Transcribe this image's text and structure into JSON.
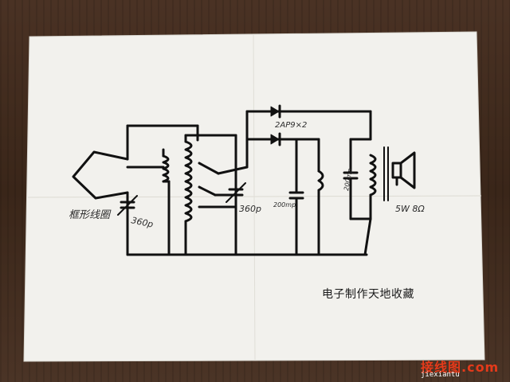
{
  "diagram": {
    "labels": {
      "frame_antenna": "框形线圈",
      "cap_tuning_1": "360p",
      "cap_tuning_2": "360p",
      "diodes": "2AP9×2",
      "cap_filter_1": "200mp",
      "cap_filter_2": "200mp",
      "speaker": "5W 8Ω"
    },
    "caption": "电子制作天地收藏"
  },
  "watermark": {
    "main": "接线图.com",
    "sub": "jiexiantu"
  }
}
